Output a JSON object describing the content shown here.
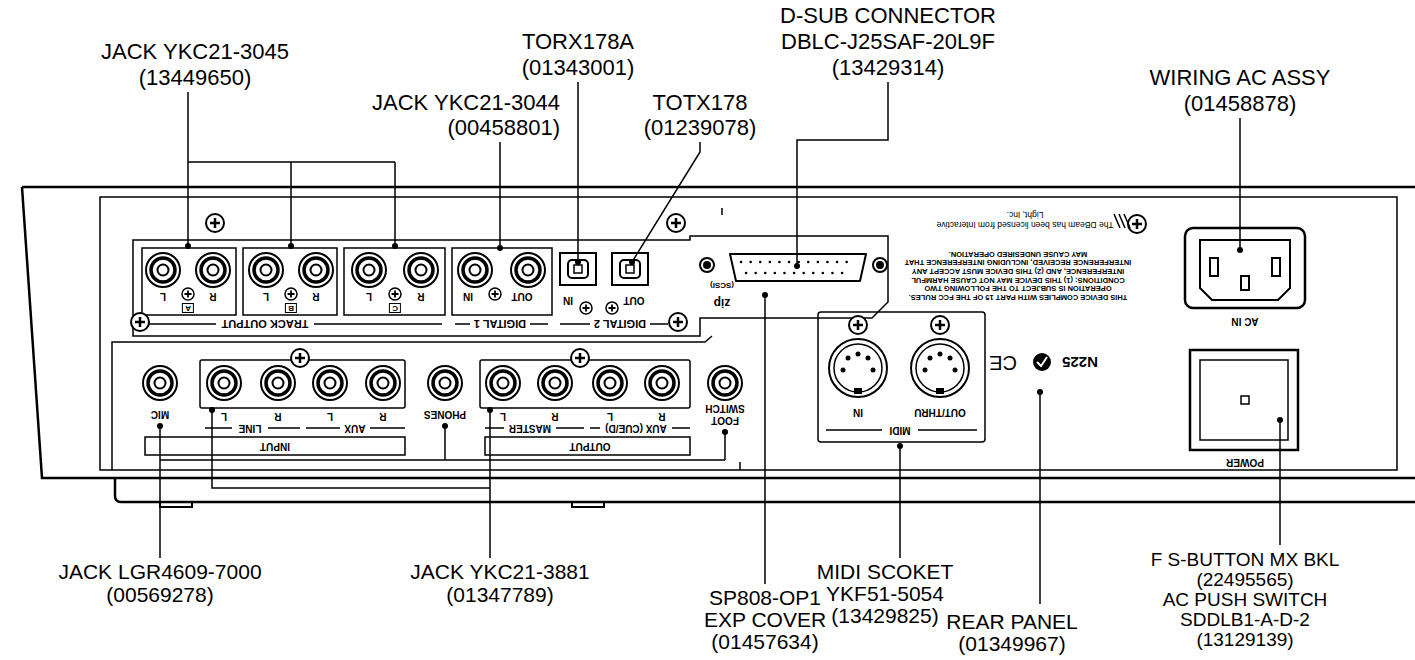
{
  "diagram": {
    "labels": [
      "JACK YKC21-3045",
      "(13449650)",
      "TORX178A",
      "(01343001)",
      "D-SUB CONNECTOR",
      "DBLC-J25SAF-20L9F",
      "(13429314)",
      "JACK YKC21-3044",
      "(00458801)",
      "TOTX178",
      "(01239078)",
      "WIRING AC ASSY",
      "(01458878)",
      "L",
      "R",
      "A",
      "L",
      "R",
      "B",
      "L",
      "R",
      "C",
      "TRACK OUTPUT",
      "IN",
      "OUT",
      "DIGITAL 1",
      "IN",
      "OUT",
      "DIGITAL 2",
      "(SCSI)",
      "zip",
      "THIS DEVICE COMPLIES WITH PART 15 OF THE FCC RULES. OPERATION IS SUBJECT TO THE FOLLOWING TWO CONDITIONS: (1) THIS DEVICE MAY NOT CAUSE HARMFUL INTERFERENCE, AND (2) THIS DEVICE MUST ACCEPT ANY INTERFERENCE RECEIVED, INCLUDING INTERFERENCE THAT MAY CAUSE UNDESIRED OPERATION.",
      "The DBeam has been licensed from Interactive Light, Inc.",
      "CE",
      "N225",
      "AC IN",
      "MIC",
      "L",
      "R",
      "L",
      "R",
      "LINE",
      "AUX",
      "INPUT",
      "PHONES",
      "L",
      "R",
      "L",
      "R",
      "MASTER",
      "AUX (CUE/D)",
      "OUTPUT",
      "FOOT SWITCH",
      "IN",
      "OUT/THRU",
      "MIDI",
      "POWER",
      "JACK LGR4609-7000",
      "(00569278)",
      "JACK YKC21-3881",
      "(01347789)",
      "SP808-OP1",
      "EXP COVER",
      "(01457634)",
      "MIDI SCOKET",
      "YKF51-5054",
      "(13429825)",
      "REAR PANEL",
      "(01349967)",
      "F S-BUTTON MX BKL",
      "(22495565)",
      "AC PUSH SWITCH",
      "SDDLB1-A-D-2",
      "(13129139)"
    ]
  }
}
